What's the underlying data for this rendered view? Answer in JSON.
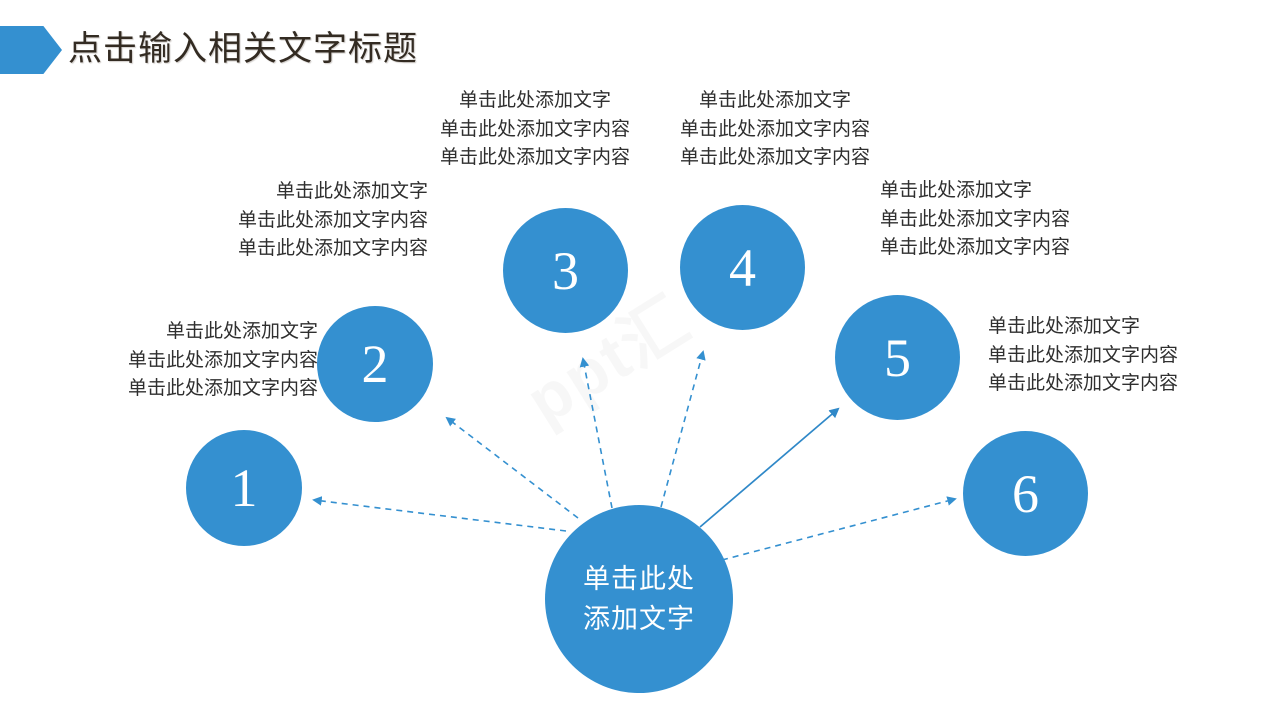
{
  "slide": {
    "title": "点击输入相关文字标题",
    "accent_color": "#3490d0",
    "title_color": "#332b22",
    "background_color": "#ffffff",
    "watermark": "ppt汇"
  },
  "hub": {
    "line1": "单击此处",
    "line2": "添加文字"
  },
  "nodes": [
    {
      "number": "1"
    },
    {
      "number": "2"
    },
    {
      "number": "3"
    },
    {
      "number": "4"
    },
    {
      "number": "5"
    },
    {
      "number": "6"
    }
  ],
  "text_blocks": [
    {
      "id": "block-2",
      "align": "right",
      "heading": "单击此处添加文字",
      "body_line1": "单击此处添加文字内容",
      "body_line2": "单击此处添加文字内容"
    },
    {
      "id": "block-3-left",
      "align": "right",
      "heading": "单击此处添加文字",
      "body_line1": "单击此处添加文字内容",
      "body_line2": "单击此处添加文字内容"
    },
    {
      "id": "block-3-top",
      "align": "center",
      "heading": "单击此处添加文字",
      "body_line1": "单击此处添加文字内容",
      "body_line2": "单击此处添加文字内容"
    },
    {
      "id": "block-4-top",
      "align": "center",
      "heading": "单击此处添加文字",
      "body_line1": "单击此处添加文字内容",
      "body_line2": "单击此处添加文字内容"
    },
    {
      "id": "block-4-right",
      "align": "left",
      "heading": "单击此处添加文字",
      "body_line1": "单击此处添加文字内容",
      "body_line2": "单击此处添加文字内容"
    },
    {
      "id": "block-5",
      "align": "left",
      "heading": "单击此处添加文字",
      "body_line1": "单击此处添加文字内容",
      "body_line2": "单击此处添加文字内容"
    }
  ]
}
